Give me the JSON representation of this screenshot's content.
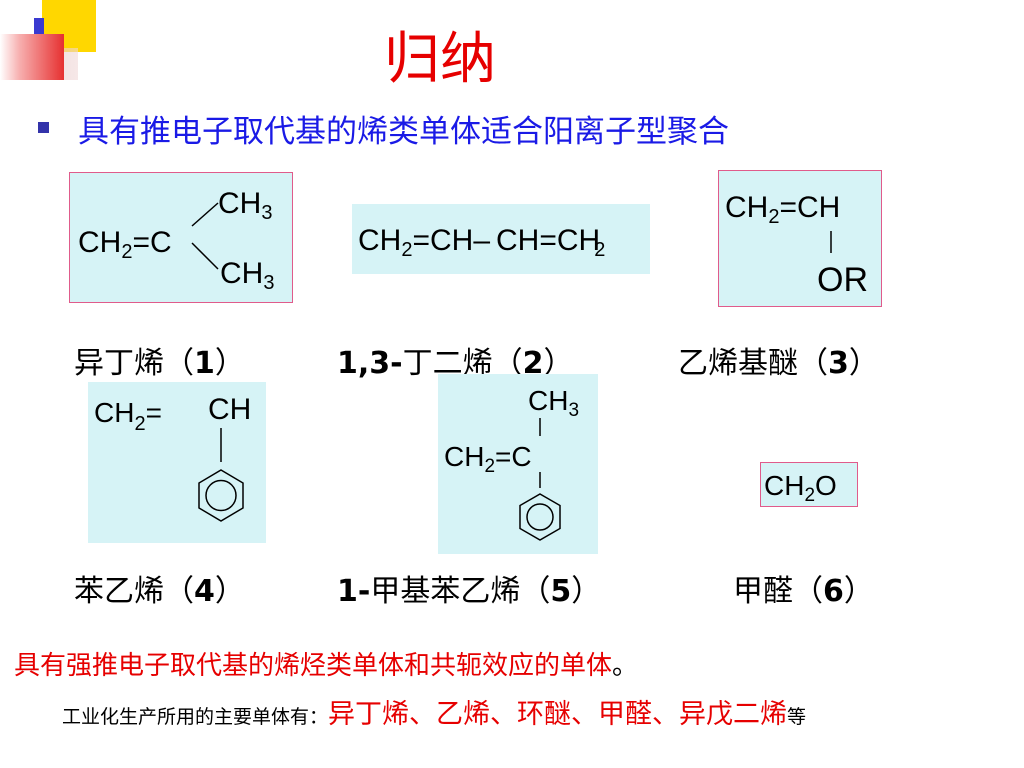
{
  "title": "归纳",
  "bullet": "具有推电子取代基的烯类单体适合阳离子型聚合",
  "structures": {
    "s1": {
      "ch2": "CH",
      "sub2": "2",
      "eq_c": "=C",
      "ch": "CH",
      "sub3": "3"
    },
    "s2": {
      "p1": "CH",
      "sub2": "2",
      "p2": "=CH",
      "dash": "–",
      "p3": "CH=CH",
      "sub2b": "2"
    },
    "s3": {
      "ch2": "CH",
      "sub2": "2",
      "eq": "=CH",
      "or": "OR"
    },
    "s4": {
      "ch2": "CH",
      "sub2": "2",
      "eq": "=",
      "ch": "CH"
    },
    "s5": {
      "ch": "CH",
      "sub3": "3",
      "ch2": "CH",
      "sub2": "2",
      "eq_c": "=C"
    },
    "s6": {
      "ch": "CH",
      "sub2": "2",
      "o": "O"
    }
  },
  "names": {
    "n1": {
      "text": "异丁烯（",
      "num": "1",
      "close": "）"
    },
    "n2": {
      "pre": "1,3-",
      "text": "丁二烯（",
      "num": "2",
      "close": "）"
    },
    "n3": {
      "text": "乙烯基醚（",
      "num": "3",
      "close": "）"
    },
    "n4": {
      "text": "苯乙烯（",
      "num": "4",
      "close": "）"
    },
    "n5": {
      "pre": "1-",
      "text": "甲基苯乙烯（",
      "num": "5",
      "close": "）"
    },
    "n6": {
      "text": "甲醛（",
      "num": "6",
      "close": "）"
    }
  },
  "conclusion": {
    "line1": "具有强推电子取代基的烯烃类单体和共轭效应的单体",
    "line1_end": "。",
    "line2_prefix": "工业化生产所用的主要单体有：",
    "line2_red": "异丁烯、乙烯、环醚、甲醛、异戊二烯",
    "line2_tail": "等"
  }
}
